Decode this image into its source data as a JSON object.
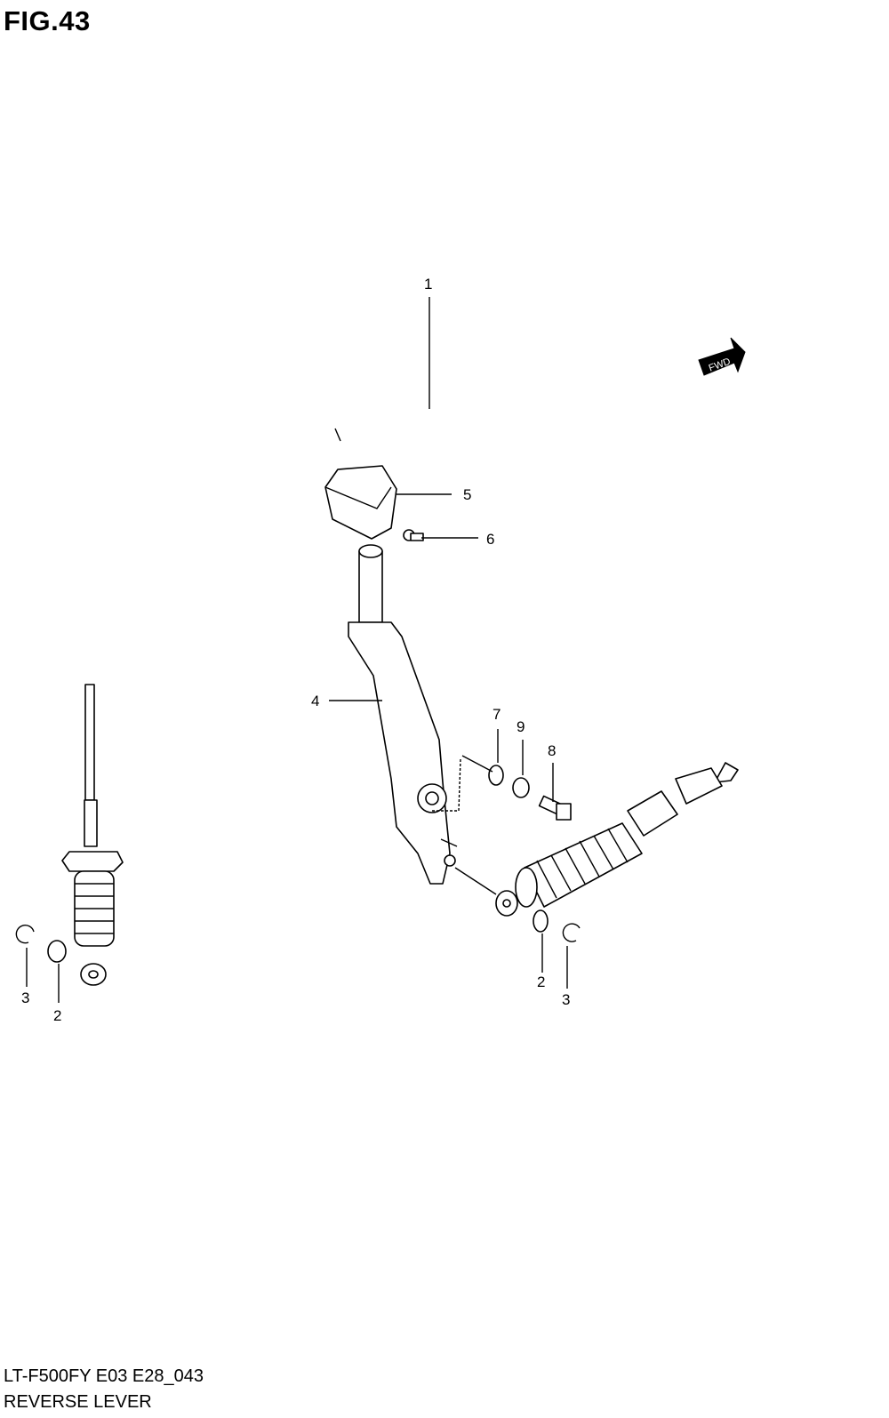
{
  "figure": {
    "title": "FIG.43",
    "model_code": "LT-F500FY E03 E28_043",
    "section_name": "REVERSE LEVER",
    "direction_tag": "FWD"
  },
  "callouts": [
    {
      "id": "1",
      "label": "1"
    },
    {
      "id": "2a",
      "label": "2"
    },
    {
      "id": "2b",
      "label": "2"
    },
    {
      "id": "3a",
      "label": "3"
    },
    {
      "id": "3b",
      "label": "3"
    },
    {
      "id": "4",
      "label": "4"
    },
    {
      "id": "5",
      "label": "5"
    },
    {
      "id": "6",
      "label": "6"
    },
    {
      "id": "7",
      "label": "7"
    },
    {
      "id": "8",
      "label": "8"
    },
    {
      "id": "9",
      "label": "9"
    }
  ],
  "colors": {
    "ink": "#000000",
    "paper": "#ffffff"
  }
}
